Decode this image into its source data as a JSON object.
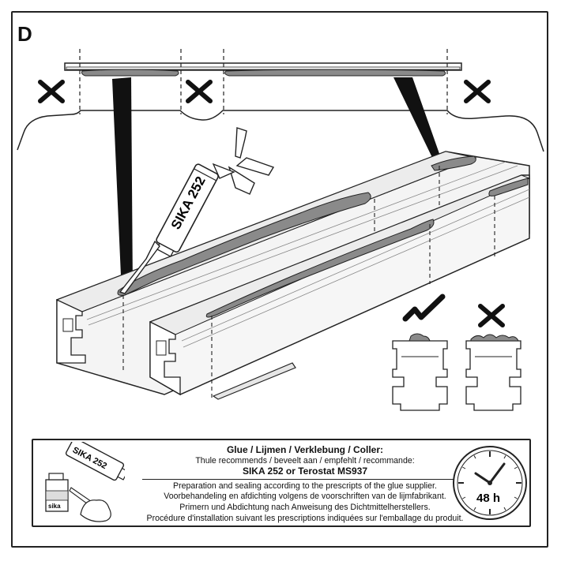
{
  "step": {
    "letter": "D"
  },
  "illustration": {
    "glue_gun_label": "SIKA 252",
    "correct_symbol": "check-mark",
    "incorrect_symbol": "cross-mark"
  },
  "info": {
    "title": "Glue / Lijmen / Verklebung / Coller:",
    "recommends": "Thule recommends / beveelt aan / empfehlt / recommande:",
    "product": "SIKA 252 or Terostat MS937",
    "instructions": [
      "Preparation and sealing according to the prescripts of the glue supplier.",
      "Voorbehandeling en afdichting volgens de voorschriften van de lijmfabrikant.",
      "Primern und Abdichtung nach Anweisung des Dichtmittelherstellers.",
      "Procédure d'installation suivant les prescriptions indiquées sur l'emballage du produit."
    ],
    "tube_label": "SIKA 252",
    "bottle_label": "sika",
    "clock_label": "48 h"
  },
  "colors": {
    "line": "#222222",
    "glue": "#8a8a8a",
    "rail": "#f2f2f2"
  }
}
